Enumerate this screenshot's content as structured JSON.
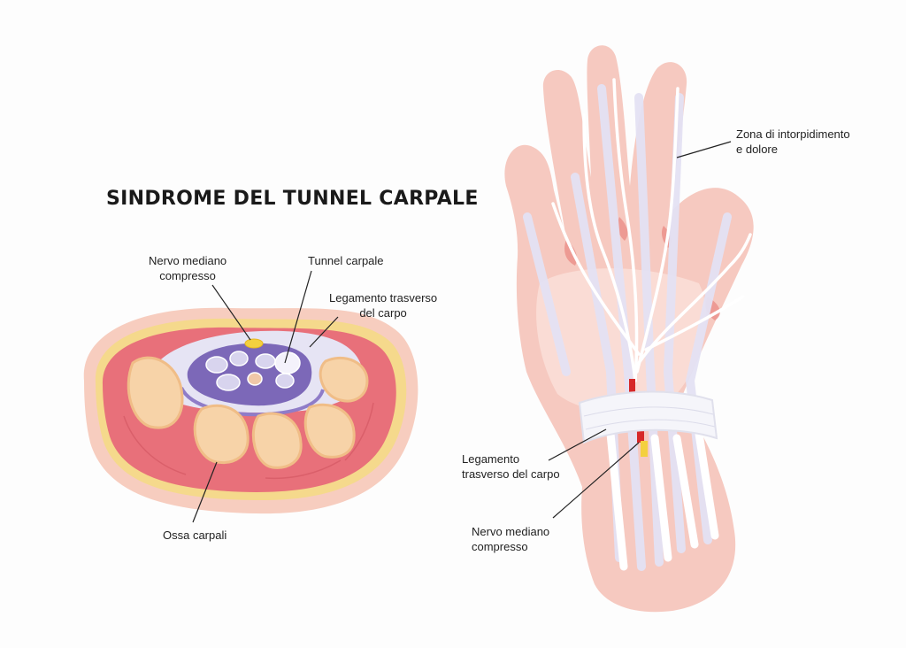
{
  "title": "SINDROME DEL TUNNEL CARPALE",
  "cross_section": {
    "labels": {
      "nerve": [
        "Nervo mediano",
        "compresso"
      ],
      "tunnel": "Tunnel carpale",
      "ligament": [
        "Legamento trasverso",
        "del carpo"
      ],
      "bones": "Ossa carpali"
    }
  },
  "hand": {
    "labels": {
      "numbness": [
        "Zona di intorpidimento",
        "e dolore"
      ],
      "ligament": [
        "Legamento",
        "trasverso del carpo"
      ],
      "nerve": [
        "Nervo mediano",
        "compresso"
      ]
    }
  },
  "colors": {
    "skin": "#f6c9c0",
    "skin_light": "#fbe1da",
    "muscle": "#e8707a",
    "fat_yellow": "#f5d98c",
    "bone": "#f7d3a8",
    "tunnel_purple": "#7c68b8",
    "tunnel_lavender": "#e6e4f4",
    "nerve_yellow": "#f4d03f",
    "nerve_red": "#d62828"
  }
}
